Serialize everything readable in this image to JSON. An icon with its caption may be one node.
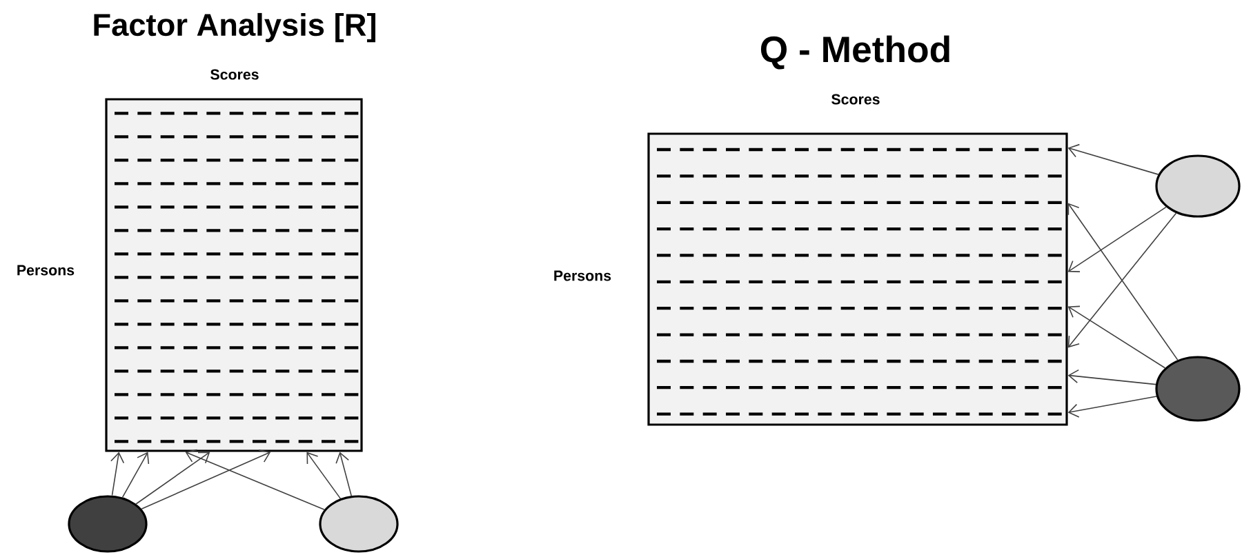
{
  "diagram": {
    "nodes": [
      {
        "text": [],
        "shape": "box",
        "beside": [
          "Scores",
          "Persons"
        ]
      },
      {
        "text": [],
        "shape": "circle"
      },
      {
        "text": [],
        "shape": "circle"
      },
      {
        "text": [],
        "shape": "box",
        "beside": [
          "Scores",
          "Persons"
        ]
      },
      {
        "text": [],
        "shape": "circle"
      },
      {
        "text": [],
        "shape": "circle"
      }
    ],
    "edges": [
      {
        "from": 1,
        "to": 0,
        "arrow": "to"
      },
      {
        "from": 1,
        "to": 0,
        "arrow": "to"
      },
      {
        "from": 1,
        "to": 0,
        "arrow": "to"
      },
      {
        "from": 1,
        "to": 0,
        "arrow": "to"
      },
      {
        "from": 2,
        "to": 0,
        "arrow": "to"
      },
      {
        "from": 2,
        "to": 0,
        "arrow": "to"
      },
      {
        "from": 2,
        "to": 0,
        "arrow": "to"
      },
      {
        "from": 4,
        "to": 3,
        "arrow": "to"
      },
      {
        "from": 4,
        "to": 3,
        "arrow": "to"
      },
      {
        "from": 4,
        "to": 3,
        "arrow": "to"
      },
      {
        "from": 5,
        "to": 3,
        "arrow": "to"
      },
      {
        "from": 5,
        "to": 3,
        "arrow": "to"
      },
      {
        "from": 5,
        "to": 3,
        "arrow": "to"
      },
      {
        "from": 5,
        "to": 3,
        "arrow": "to"
      }
    ],
    "labels": [
      "Factor Analysis [R]",
      "Q - Method"
    ]
  }
}
